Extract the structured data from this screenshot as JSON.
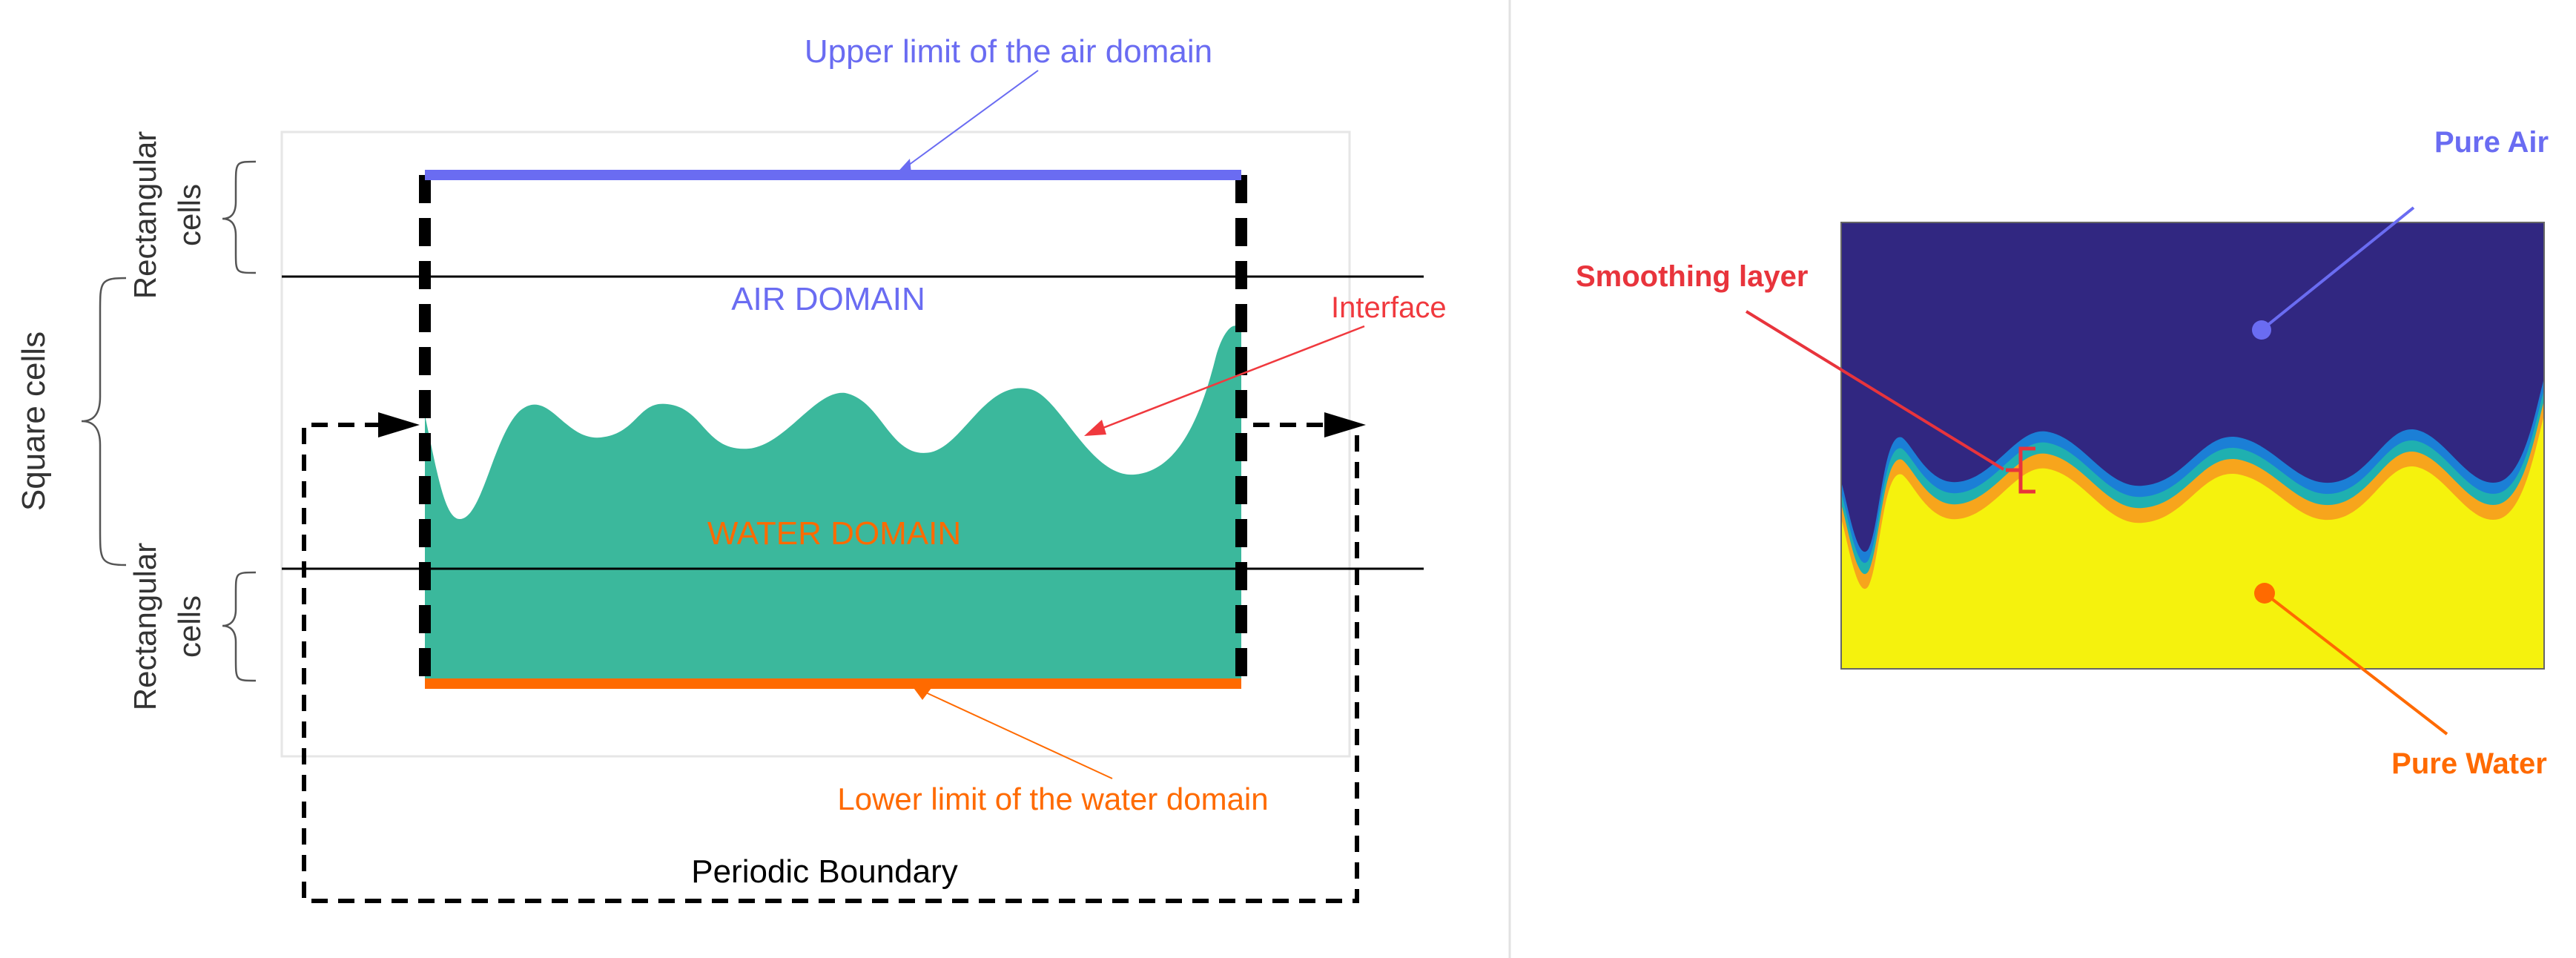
{
  "left_panel": {
    "upper_limit_label": "Upper limit of the air domain",
    "air_domain_label": "AIR DOMAIN",
    "interface_label": "Interface",
    "water_domain_label": "WATER DOMAIN",
    "lower_limit_label": "Lower limit of the water domain",
    "periodic_boundary_label": "Periodic Boundary",
    "rect_cells_top_line1": "Rectangular",
    "rect_cells_top_line2": "cells",
    "square_cells_label": "Square cells",
    "rect_cells_bottom_line1": "Rectangular",
    "rect_cells_bottom_line2": "cells"
  },
  "right_panel": {
    "pure_air_label": "Pure Air",
    "smoothing_layer_label": "Smoothing layer",
    "pure_water_label": "Pure Water"
  },
  "colors": {
    "air_blue": "#6a6cf2",
    "water_orange": "#ff6a00",
    "water_fill": "#3bb89c",
    "interface_red": "#f0393e",
    "air_navy": "#312781",
    "water_yellow": "#f5f20d",
    "smoothing_red": "#e8343c"
  }
}
